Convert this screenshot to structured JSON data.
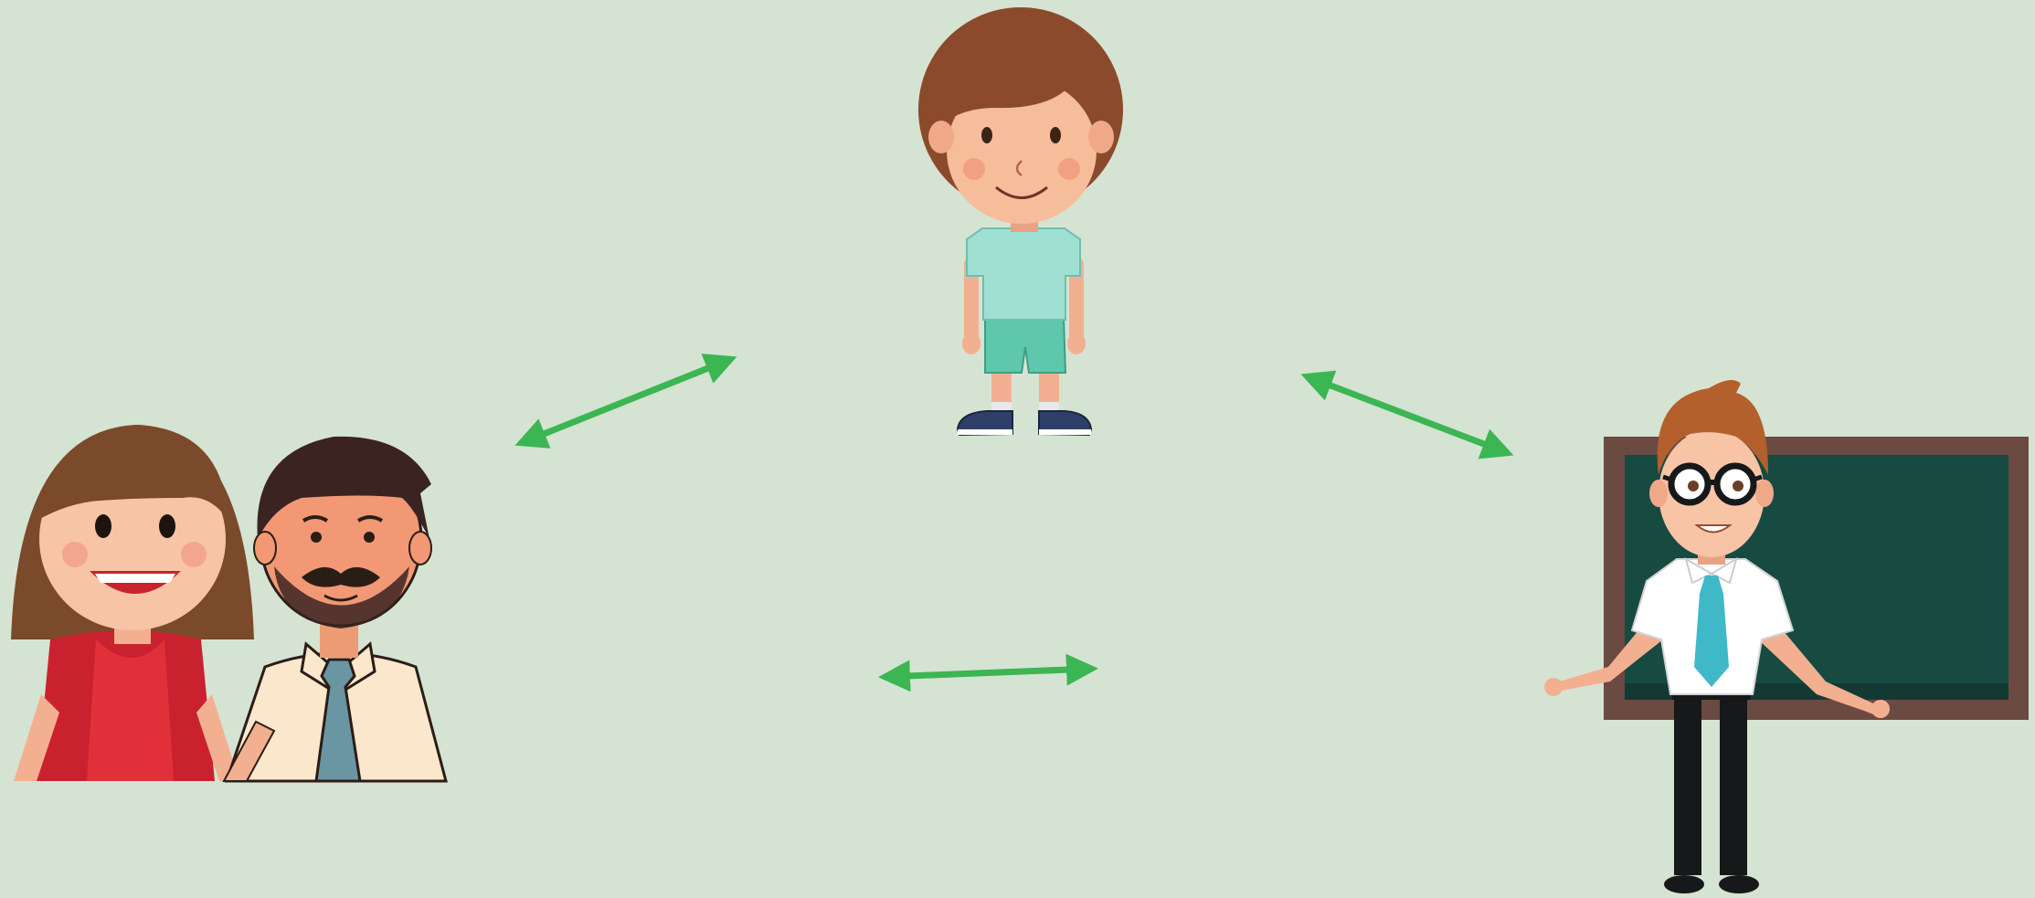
{
  "diagram": {
    "background_color": "#d5e3d3",
    "arrow_color": "#3cb553",
    "nodes": [
      {
        "id": "child",
        "icon": "child-icon"
      },
      {
        "id": "parents",
        "icon": "parents-icon"
      },
      {
        "id": "teacher",
        "icon": "teacher-icon"
      }
    ],
    "edges": [
      {
        "from": "parents",
        "to": "child",
        "direction": "both"
      },
      {
        "from": "child",
        "to": "teacher",
        "direction": "both"
      },
      {
        "from": "parents",
        "to": "teacher",
        "direction": "both"
      }
    ]
  }
}
